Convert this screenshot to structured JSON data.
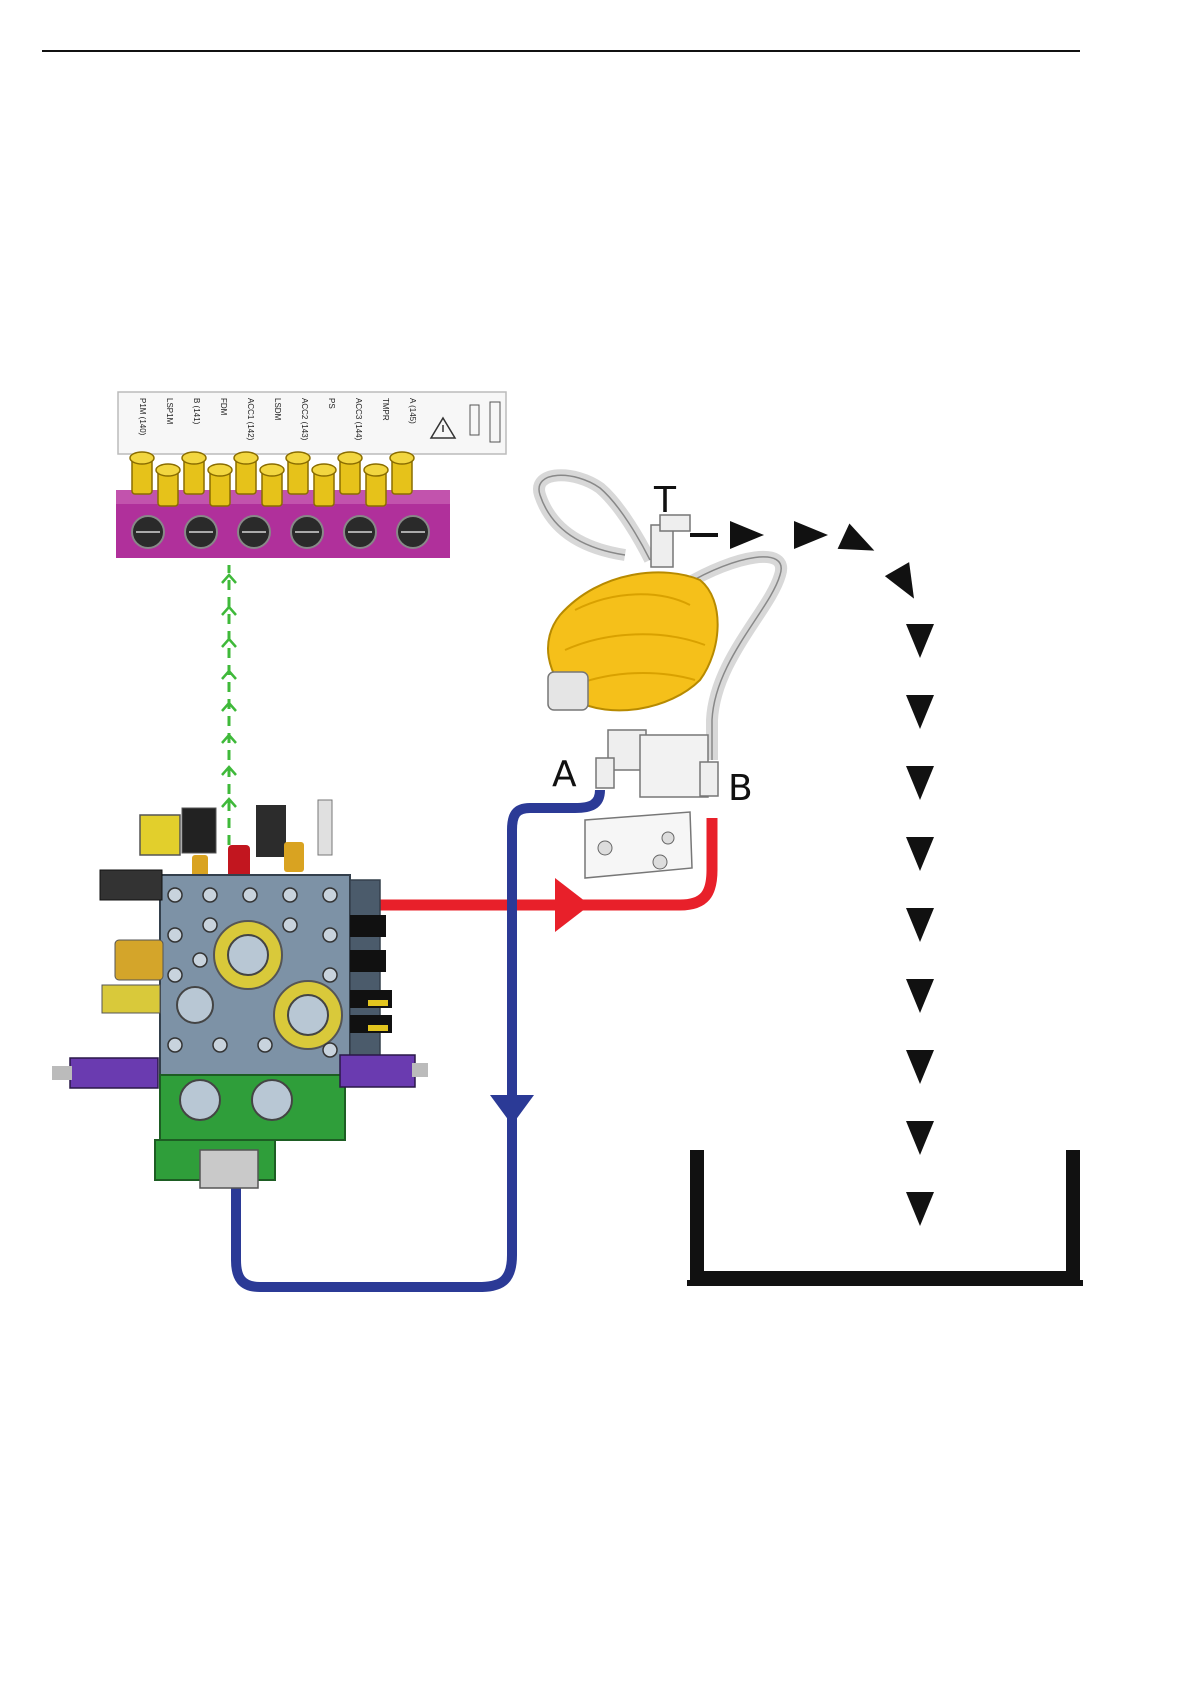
{
  "port_labels": {
    "a": "A",
    "b": "B",
    "t": "T"
  },
  "panel_labels": [
    "P1M (140)",
    "LSP1M",
    "B (141)",
    "FDM",
    "ACC1 (142)",
    "LSDM",
    "ACC2 (143)",
    "PS",
    "ACC3 (144)",
    "TMPR",
    "A (145)"
  ],
  "colors": {
    "pressure_line": "#e8202a",
    "return_line": "#2b3a96",
    "pilot_line": "#3fb93a",
    "tank_drain": "#111111",
    "manifold": "#b0309b",
    "fittings": "#e6c21a",
    "accumulator": "#f5c01a",
    "valve_block": "#7d92a6",
    "valve_base": "#2f9e3a",
    "solenoids": "#6a3bb0"
  }
}
